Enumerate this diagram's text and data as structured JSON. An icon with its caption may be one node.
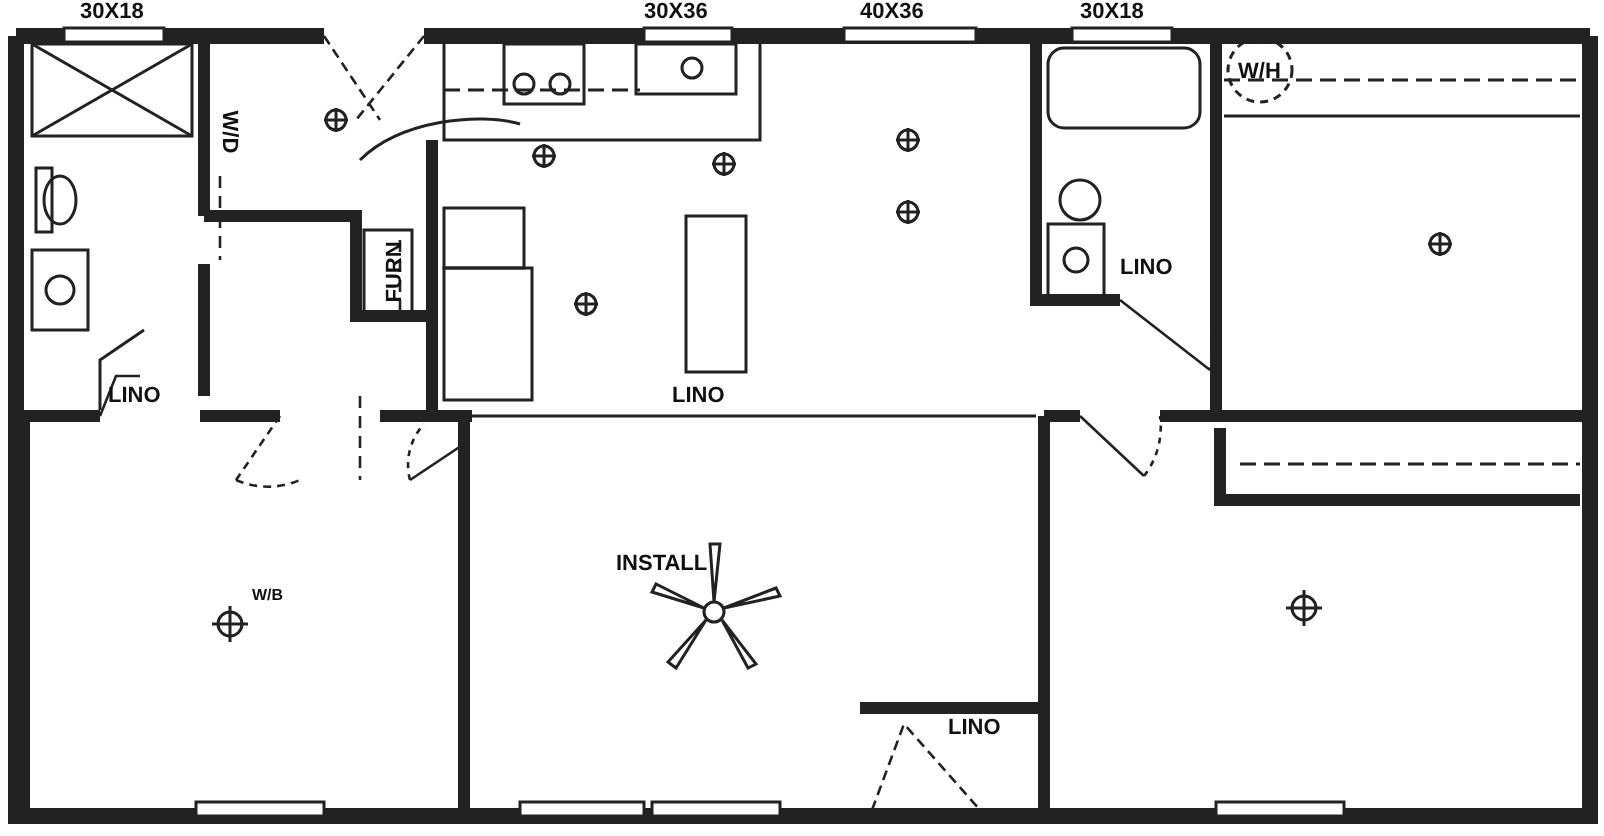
{
  "diagram": {
    "labels": [
      "30X18",
      "30X36",
      "40X36",
      "30X18",
      "W/H",
      "W/D",
      "FURN",
      "LINO",
      "LINO",
      "LINO",
      "INSTALL",
      "W/B",
      "LINO"
    ]
  }
}
